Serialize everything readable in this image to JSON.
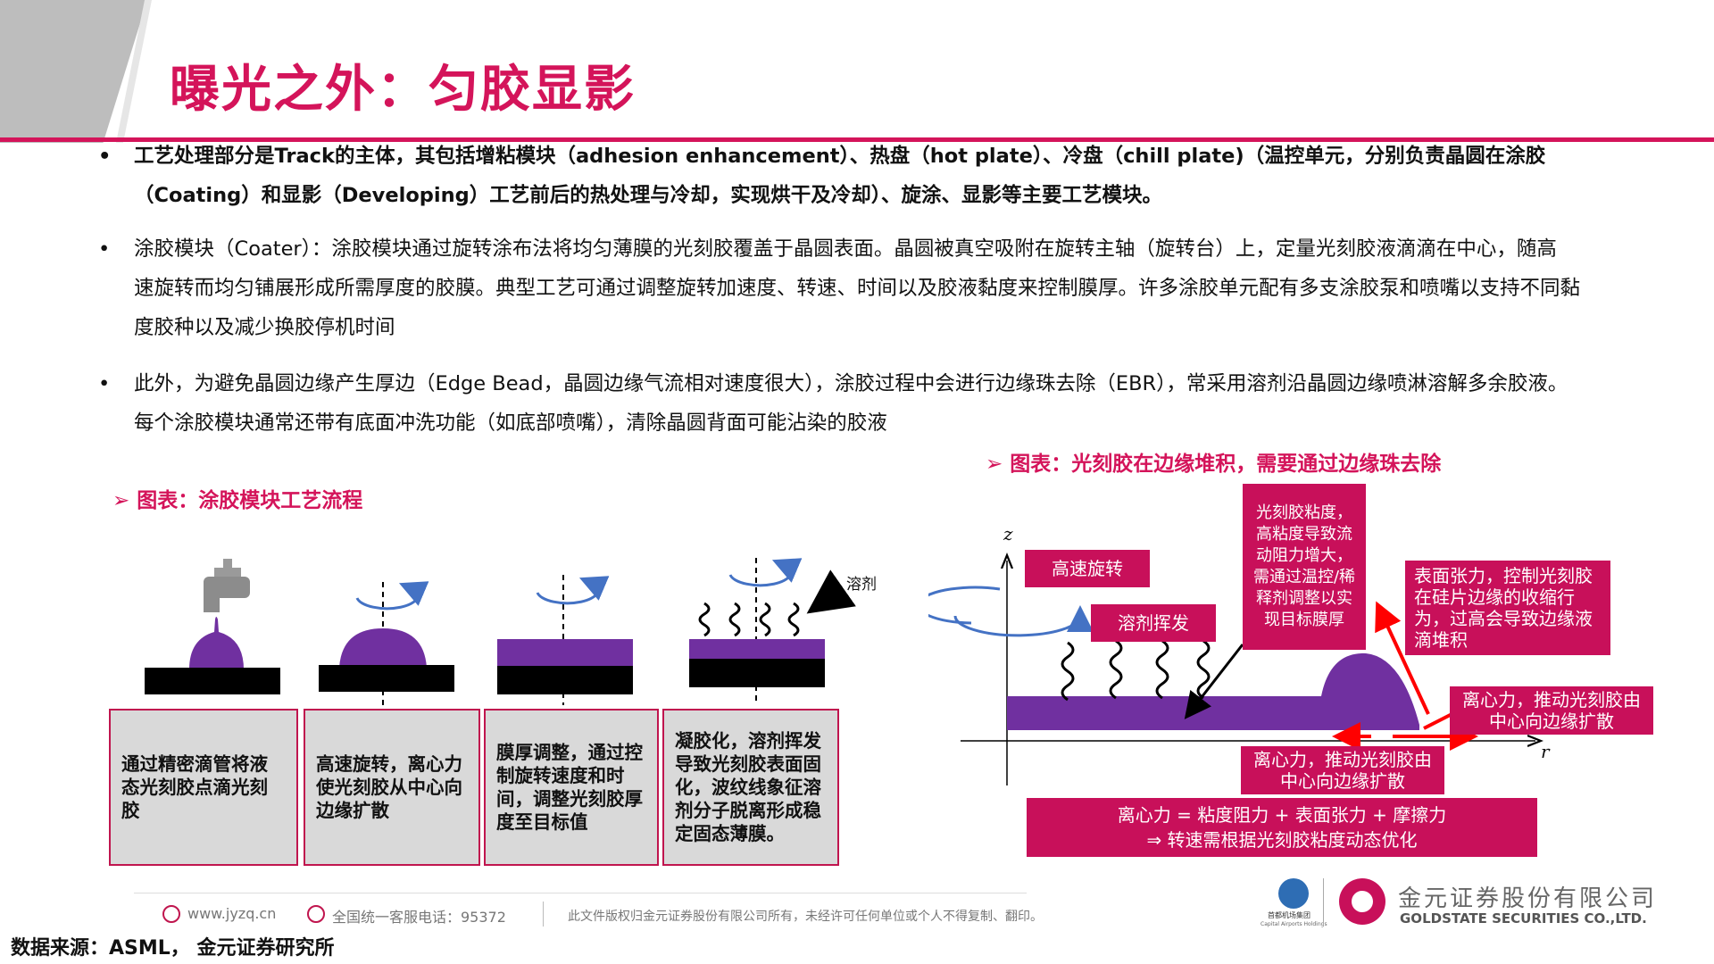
{
  "title": "曝光之外：匀胶显影",
  "bullets": [
    {
      "line1": "工艺处理部分是Track的主体，其包括增粘模块（adhesion enhancement）、热盘（hot plate）、冷盘（chill plate)（温控单元，分别负责晶圆在涂胶",
      "line2": "（Coating）和显影（Developing）工艺前后的热处理与冷却，实现烘干及冷却）、旋涂、显影等主要工艺模块。"
    },
    {
      "line1": "涂胶模块（Coater）：涂胶模块通过旋转涂布法将均匀薄膜的光刻胶覆盖于晶圆表面。晶圆被真空吸附在旋转主轴（旋转台）上，定量光刻胶液滴滴在中心，随高",
      "line2": "速旋转而均匀铺展形成所需厚度的胶膜。典型工艺可通过调整旋转加速度、转速、时间以及胶液黏度来控制膜厚。许多涂胶单元配有多支涂胶泵和喷嘴以支持不同黏",
      "line3": "度胶种以及减少换胶停机时间"
    },
    {
      "line1": "此外，为避免晶圆边缘产生厚边（Edge Bead，晶圆边缘气流相对速度很大），涂胶过程中会进行边缘珠去除（EBR），常采用溶剂沿晶圆边缘喷淋溶解多余胶液。",
      "line2": "每个涂胶模块通常还带有底面冲洗功能（如底部喷嘴），清除晶圆背面可能沾染的胶液"
    }
  ],
  "bullet_symbol": "•",
  "left_chart": {
    "caption": "➢ 图表：涂胶模块工艺流程",
    "solvent_label": "溶剂",
    "steps": [
      "通过精密滴管将液态光刻胶点滴光刻胶",
      "高速旋转，离心力使光刻胶从中心向边缘扩散",
      "膜厚调整，通过控制旋转速度和时间，调整光刻胶厚度至目标值",
      "凝胶化，溶剂挥发导致光刻胶表面固化，波纹线象征溶剂分子脱离形成稳定固态薄膜。"
    ]
  },
  "right_chart": {
    "caption": "➢ 图表：光刻胶在边缘堆积，需要通过边缘珠去除",
    "z_label": "z",
    "r_label": "r",
    "label_spin": "高速旋转",
    "label_evap": "溶剂挥发",
    "label_viscosity": "光刻胶粘度，高粘度导致流动阻力增大，需通过温控/稀释剂调整以实现目标膜厚",
    "label_tension": "表面张力，控制光刻胶在硅片边缘的收缩行为，过高会导致边缘液滴堆积",
    "label_centrifugal_a": "离心力，推动光刻胶由中心向边缘扩散",
    "label_centrifugal_b": "离心力，推动光刻胶由中心向边缘扩散",
    "formula_line1": "离心力 = 粘度阻力 + 表面张力 + 摩擦力",
    "formula_line2": "⇒ 转速需根据光刻胶粘度动态优化"
  },
  "footer": {
    "website": "www.jyzq.cn",
    "hotline": "全国统一客服电话：95372",
    "copyright": "此文件版权归金元证券股份有限公司所有，未经许可任何单位或个人不得复制、翻印。",
    "group_name": "首都机场集团",
    "group_en": "Capital Airports Holdings",
    "company_cn": "金元证券股份有限公司",
    "company_en": "GOLDSTATE SECURITIES CO.,LTD.",
    "source": "数据来源：ASML， 金元证券研究所"
  },
  "colors": {
    "accent": "#d4145a",
    "resist": "#7030a0",
    "wafer": "#000000",
    "box_pink": "#c8105a",
    "arrow_blue": "#4472c4",
    "arrow_red": "#ff0000"
  }
}
